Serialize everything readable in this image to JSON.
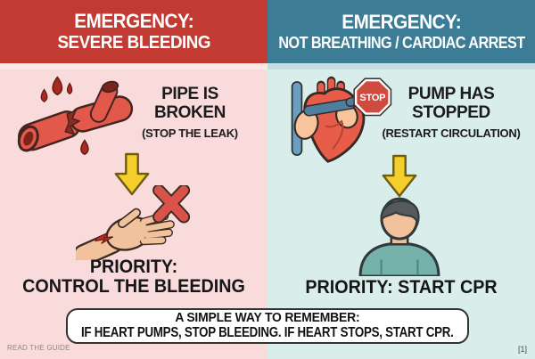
{
  "colors": {
    "bleeding_header_bg": "#c33a32",
    "cardiac_header_bg": "#3c7d95",
    "bleeding_body_bg": "#f8dbda",
    "cardiac_body_bg": "#d9edea",
    "arrow_yellow": "#f4cf2b",
    "header_text": "#ffffff",
    "body_text": "#1c1c1c"
  },
  "left_panel": {
    "header_line1": "EMERGENCY:",
    "header_line2": "SEVERE BLEEDING",
    "concept_title": "PIPE IS BROKEN",
    "concept_subtitle": "(STOP THE LEAK)",
    "priority_line1": "PRIORITY:",
    "priority_line2": "CONTROL THE BLEEDING",
    "icons": {
      "concept": "broken-blood-vessel-icon",
      "flow": "down-arrow-icon",
      "result": "bleeding-hand-with-x-icon"
    }
  },
  "right_panel": {
    "header_line1": "EMERGENCY:",
    "header_line2": "NOT BREATHING / CARDIAC ARREST",
    "concept_title": "PUMP HAS STOPPED",
    "concept_subtitle": "(RESTART CIRCULATION)",
    "stop_sign_label": "STOP",
    "priority": "PRIORITY: START CPR",
    "icons": {
      "concept": "heart-with-stop-sign-icon",
      "flow": "down-arrow-icon",
      "result": "person-icon"
    }
  },
  "reminder_box": {
    "line1": "A SIMPLE WAY TO REMEMBER:",
    "line2": "IF HEART PUMPS, STOP BLEEDING. IF HEART STOPS, START CPR."
  },
  "footer": {
    "left_note": "READ THE GUIDE",
    "citation": "[1]"
  }
}
